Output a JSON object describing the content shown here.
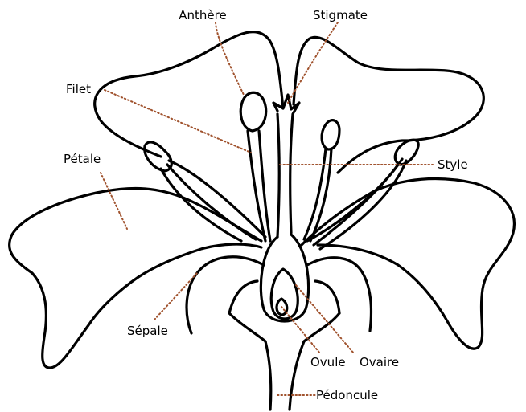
{
  "labels": {
    "anthere": "Anthère",
    "stigmate": "Stigmate",
    "filet": "Filet",
    "petale": "Pétale",
    "style": "Style",
    "sepale": "Sépale",
    "ovule": "Ovule",
    "ovaire": "Ovaire",
    "pedoncule": "Pédoncule"
  },
  "colors": {
    "leader": "#a0522d",
    "outline": "#000000"
  }
}
